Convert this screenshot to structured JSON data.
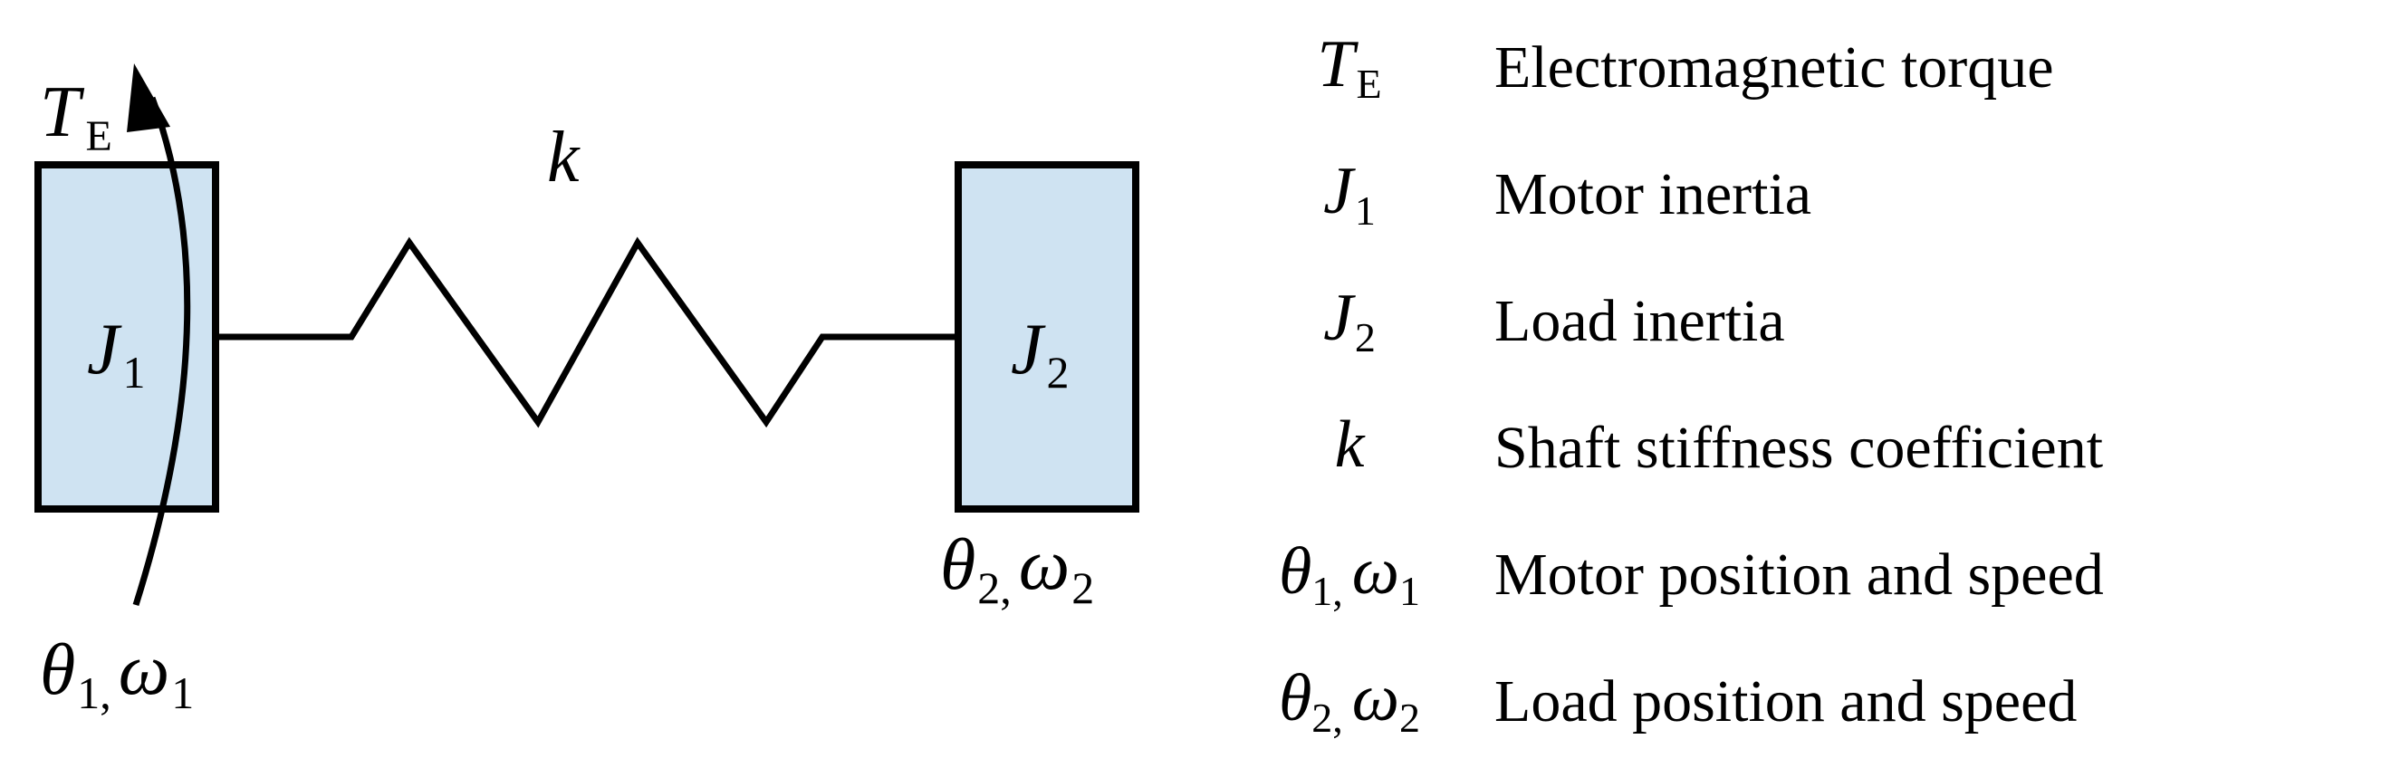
{
  "diagram": {
    "torque_symbol": {
      "main": "T",
      "sub": "E"
    },
    "inertia_left": {
      "main": "J",
      "sub": "1"
    },
    "inertia_right": {
      "main": "J",
      "sub": "2"
    },
    "spring_symbol": "k",
    "left_state": {
      "theta": "θ",
      "theta_sub": "1,",
      "omega": "ω",
      "omega_sub": "1"
    },
    "right_state": {
      "theta": "θ",
      "theta_sub": "2,",
      "omega": "ω",
      "omega_sub": "2"
    },
    "colors": {
      "box_fill": "#cfe3f2",
      "stroke": "#000000"
    }
  },
  "legend": [
    {
      "sym_main": "T",
      "sym_sub": "E",
      "desc": "Electromagnetic torque"
    },
    {
      "sym_main": "J",
      "sym_sub": "1",
      "desc": "Motor inertia"
    },
    {
      "sym_main": "J",
      "sym_sub": "2",
      "desc": "Load inertia"
    },
    {
      "sym_main": "k",
      "sym_sub": "",
      "desc": "Shaft stiffness coefficient"
    },
    {
      "sym_main": "θ",
      "sym_sub": "1,",
      "sym_main2": "ω",
      "sym_sub2": "1",
      "desc": "Motor position and speed"
    },
    {
      "sym_main": "θ",
      "sym_sub": "2,",
      "sym_main2": "ω",
      "sym_sub2": "2",
      "desc": "Load position and speed"
    }
  ]
}
